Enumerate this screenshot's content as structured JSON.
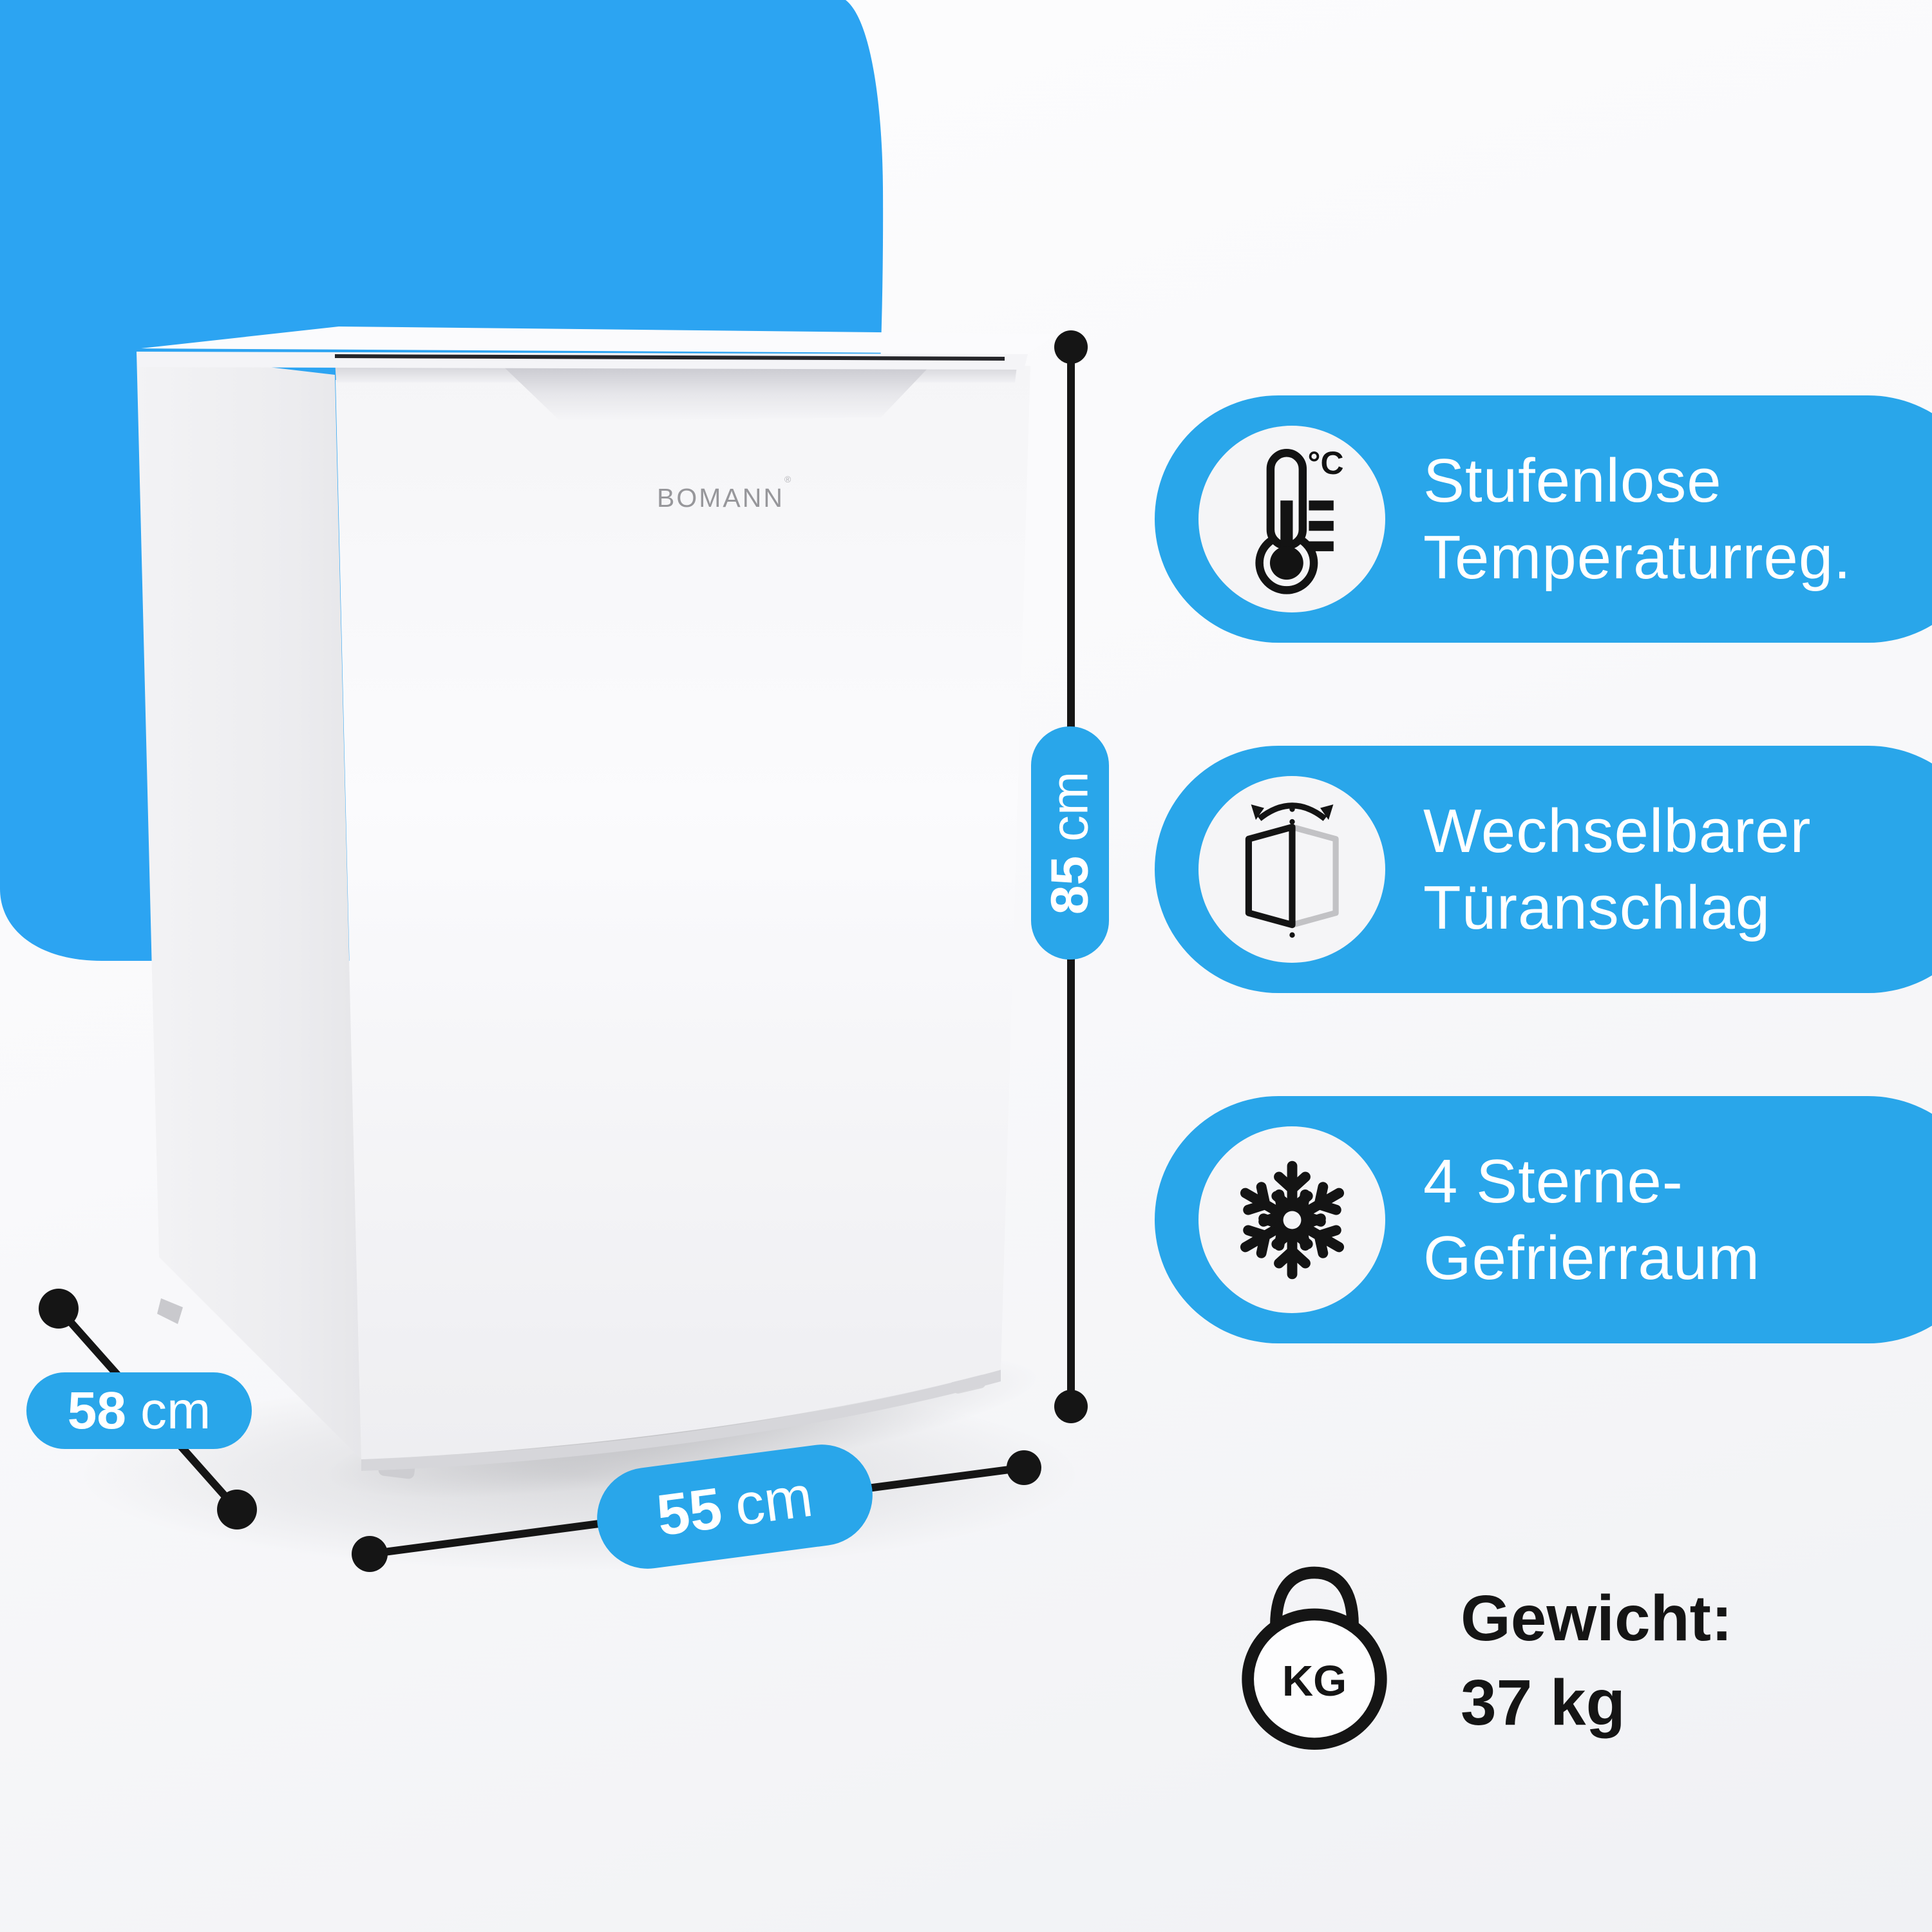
{
  "product": {
    "brand": "BOMANN",
    "registered_mark": "®"
  },
  "dimensions": {
    "height": {
      "value": "85",
      "unit": "cm"
    },
    "depth": {
      "value": "58",
      "unit": "cm"
    },
    "width": {
      "value": "55",
      "unit": "cm"
    }
  },
  "features": [
    {
      "icon": "thermometer-celsius-icon",
      "degree_label": "°C",
      "lines": [
        "Stufenlose",
        "Temperaturreg."
      ]
    },
    {
      "icon": "reversible-door-icon",
      "lines": [
        "Wechselbarer",
        "Türanschlag"
      ]
    },
    {
      "icon": "snowflake-icon",
      "lines": [
        "4 Sterne-",
        "Gefrierraum"
      ]
    }
  ],
  "weight": {
    "icon": "kettlebell-icon",
    "badge_label": "KG",
    "label": "Gewicht:",
    "value": "37 kg"
  },
  "colors": {
    "pill_blue": "#29a6ea",
    "blob_blue": "#2ca4f2",
    "line_black": "#151515",
    "icon_circle_bg": "#f5f5f7",
    "text_white": "#ffffff"
  }
}
